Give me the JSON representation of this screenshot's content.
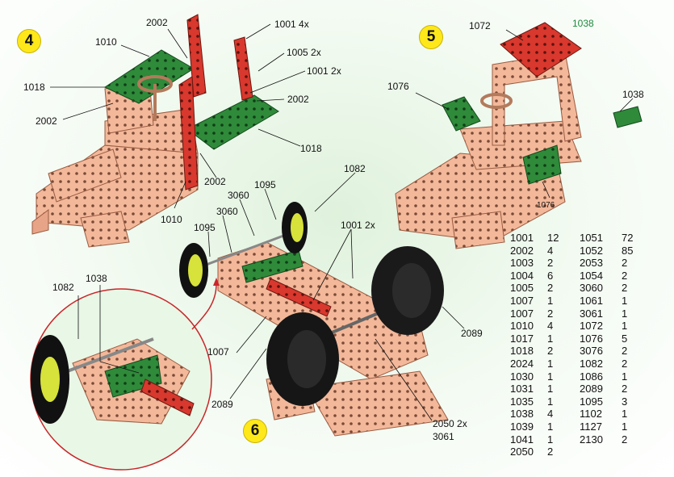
{
  "steps": [
    "4",
    "5",
    "6"
  ],
  "labels": {
    "s4_1010_top": "1010",
    "s4_2002_top": "2002",
    "s4_1001_4x": "1001 4x",
    "s4_1018_left": "1018",
    "s4_1005_2x": "1005 2x",
    "s4_1001_2x": "1001 2x",
    "s4_2002_left": "2002",
    "s4_2002_right": "2002",
    "s4_1018_bottom": "1018",
    "s4_2002_bottom": "2002",
    "s4_1010_bottom": "1010",
    "s5_1072": "1072",
    "s5_1038_top": "1038",
    "s5_1076_left": "1076",
    "s5_1038_right": "1038",
    "s5_1076_bottom": "1076",
    "s6_1082_top": "1082",
    "s6_1095_top": "1095",
    "s6_3060_top": "3060",
    "s6_3060_mid": "3060",
    "s6_1095_left": "1095",
    "s6_1001_2x": "1001 2x",
    "s6_1082_left": "1082",
    "s6_1038": "1038",
    "s6_1007": "1007",
    "s6_2089_right": "2089",
    "s6_2089_bottom": "2089",
    "s6_2050_2x": "2050 2x",
    "s6_3061": "3061"
  },
  "parts_list": [
    [
      "1001",
      "12",
      "1051",
      "72"
    ],
    [
      "2002",
      "4",
      "1052",
      "85"
    ],
    [
      "1003",
      "2",
      "2053",
      "2"
    ],
    [
      "1004",
      "6",
      "1054",
      "2"
    ],
    [
      "1005",
      "2",
      "3060",
      "2"
    ],
    [
      "1007",
      "1",
      "1061",
      "1"
    ],
    [
      "1007",
      "2",
      "3061",
      "1"
    ],
    [
      "1010",
      "4",
      "1072",
      "1"
    ],
    [
      "1017",
      "1",
      "1076",
      "5"
    ],
    [
      "1018",
      "2",
      "3076",
      "2"
    ],
    [
      "2024",
      "1",
      "1082",
      "2"
    ],
    [
      "1030",
      "1",
      "1086",
      "1"
    ],
    [
      "1031",
      "1",
      "2089",
      "2"
    ],
    [
      "1035",
      "1",
      "1095",
      "3"
    ],
    [
      "1038",
      "4",
      "1102",
      "1"
    ],
    [
      "1039",
      "1",
      "1127",
      "1"
    ],
    [
      "1041",
      "1",
      "2130",
      "2"
    ],
    [
      "2050",
      "2",
      "",
      ""
    ]
  ]
}
